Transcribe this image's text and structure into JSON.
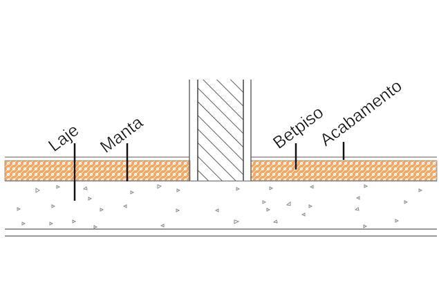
{
  "labels": {
    "laje": "Laje",
    "manta": "Manta",
    "betpiso": "Betpiso",
    "acabamento": "Acabamento"
  },
  "colors": {
    "insulation": "#f5a35a",
    "line": "#666666",
    "leader": "#111111"
  }
}
